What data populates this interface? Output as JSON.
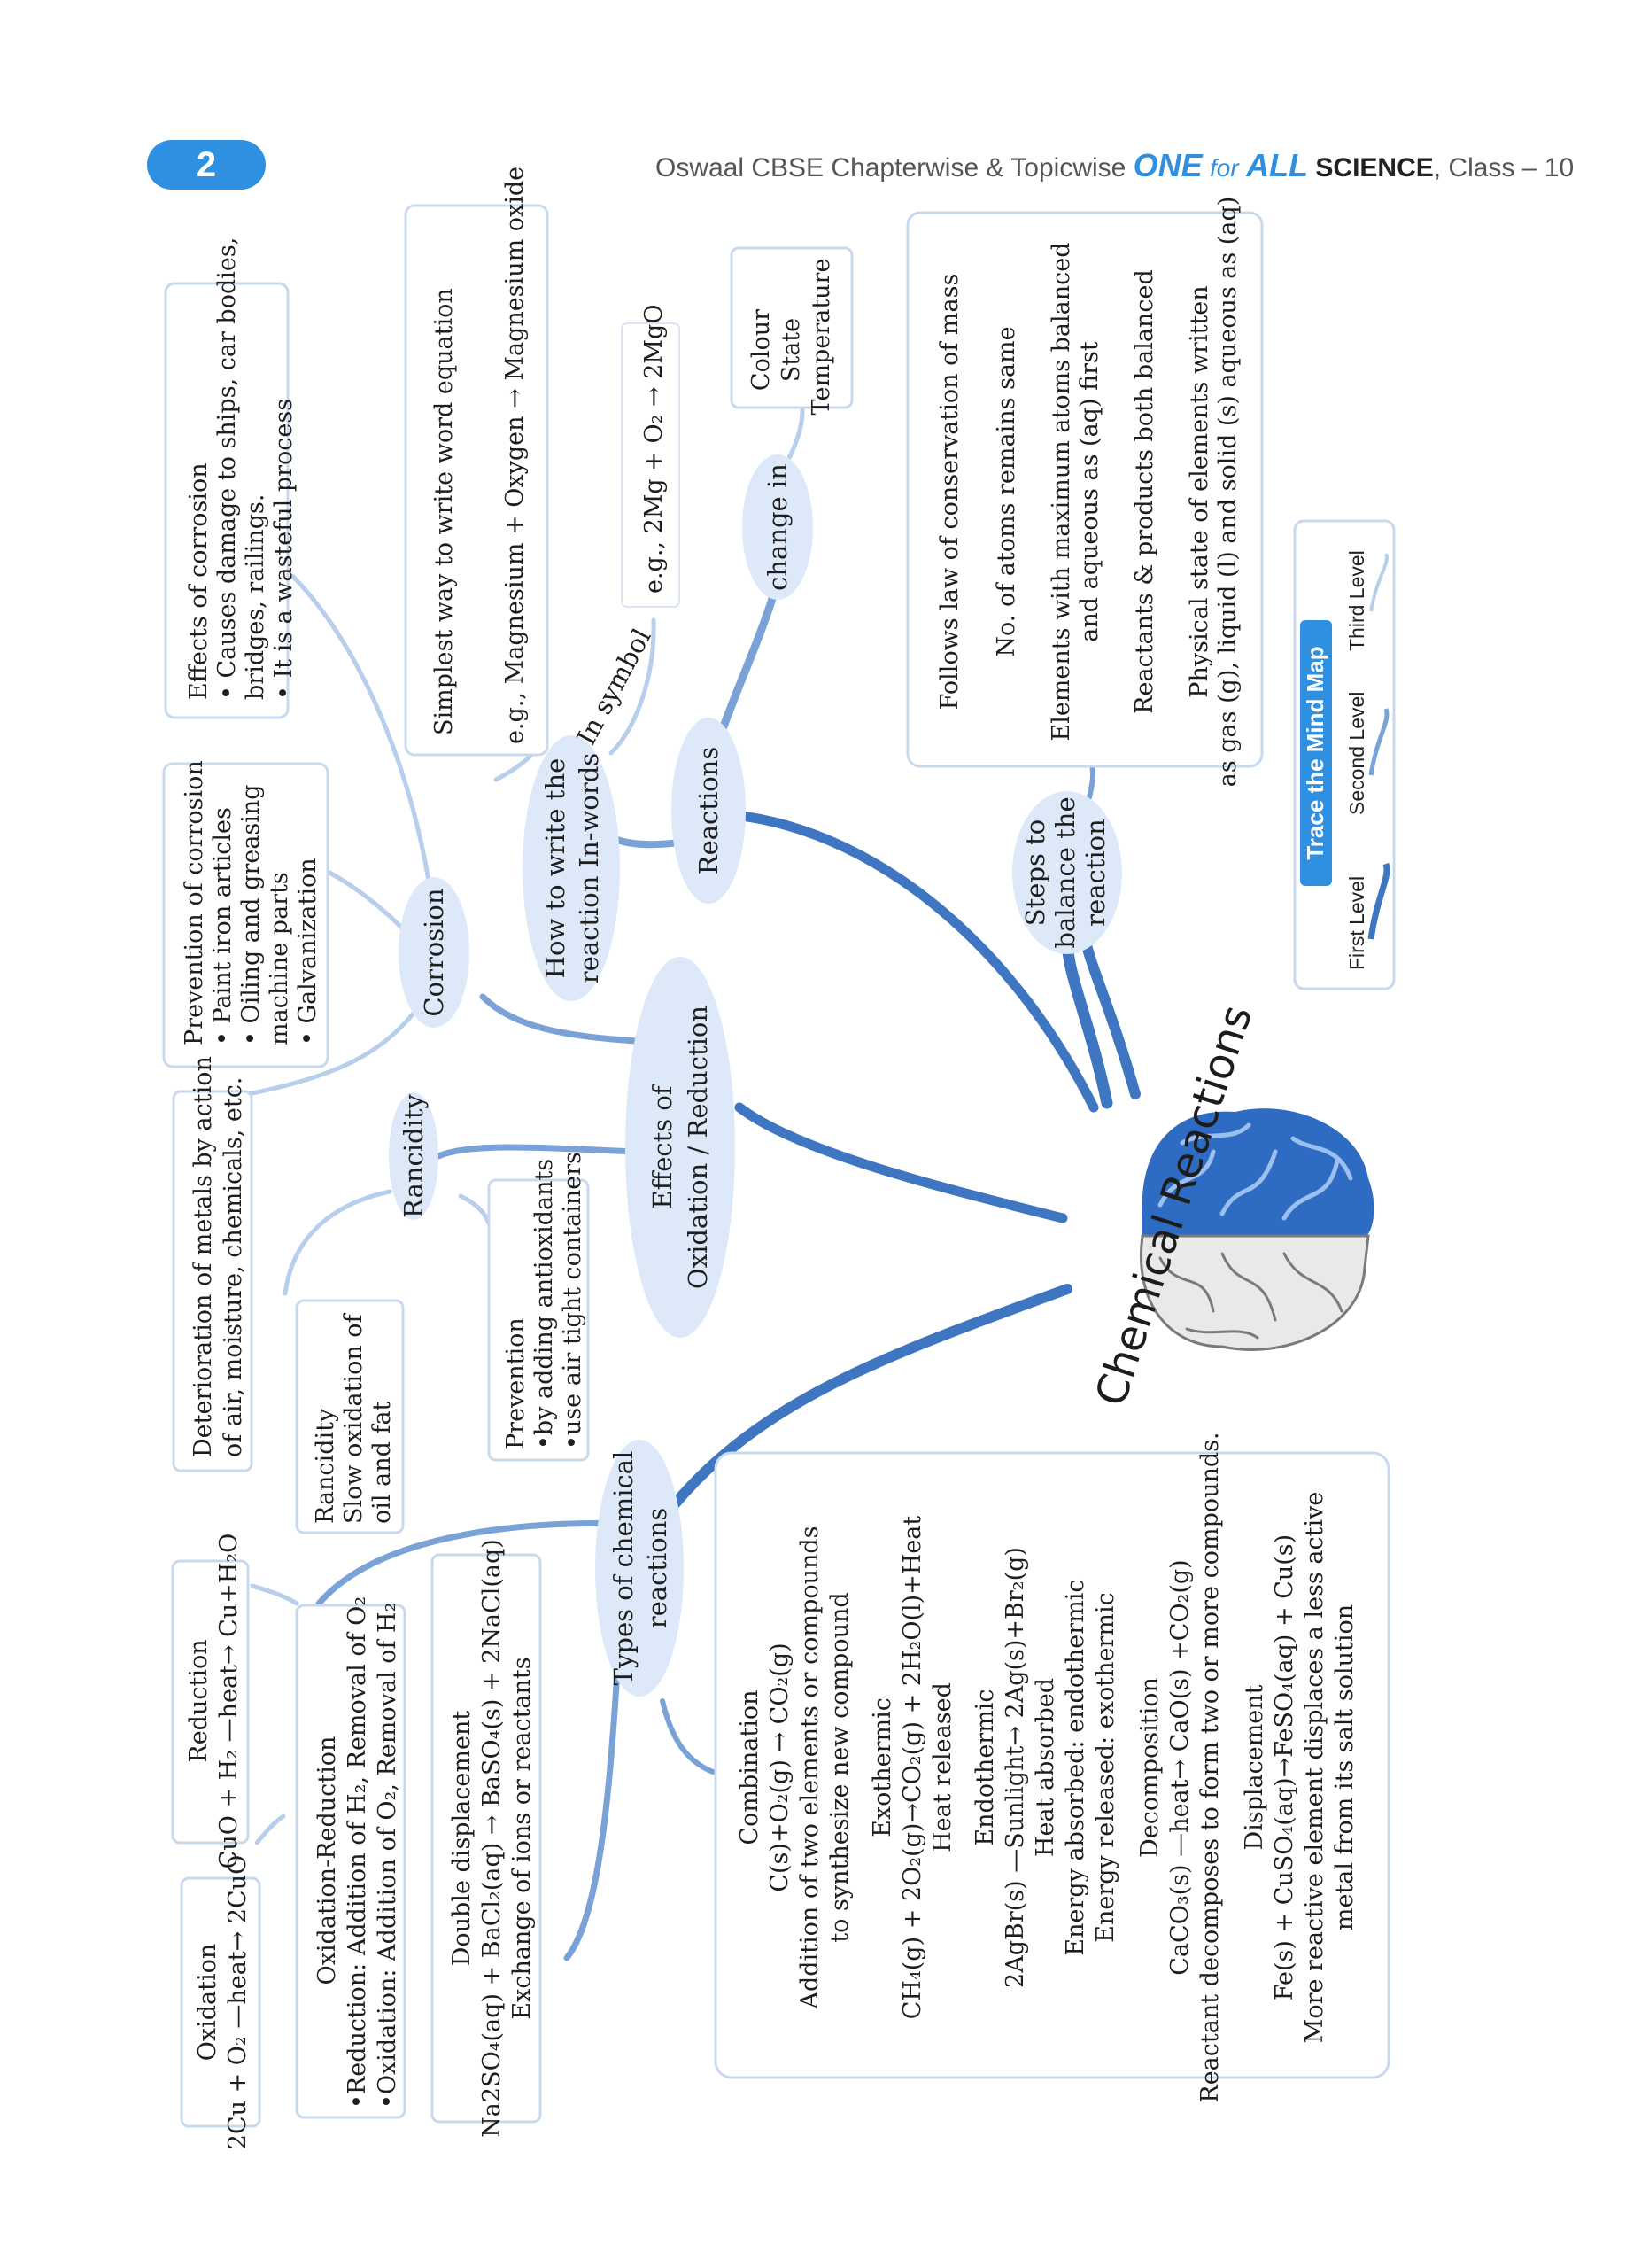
{
  "header": {
    "page_number": "2",
    "series": "Oswaal CBSE Chapterwise & Topicwise",
    "brand_one": "ONE",
    "brand_for": "for",
    "brand_all": "ALL",
    "subject": "SCIENCE",
    "class": ", Class – 10"
  },
  "center": {
    "title": "Chemical Reactions"
  },
  "legend": {
    "title": "Trace the Mind Map",
    "first": "First Level",
    "second": "Second Level",
    "third": "Third Level"
  },
  "nodes": {
    "types": [
      "Types of chemical",
      "reactions"
    ],
    "effects": [
      "Effects of",
      "Oxidation / Reduction"
    ],
    "reactions": "Reactions",
    "steps": [
      "Steps to",
      "balance the",
      "reaction"
    ],
    "how_to_write": [
      "How to write the",
      "reaction In-words"
    ],
    "corrosion": "Corrosion",
    "rancidity": "Rancidity",
    "change_in": "change in",
    "in_symbol": "In symbol"
  },
  "boxes": {
    "effects_corrosion": [
      "Effects of corrosion",
      "•  Causes damage to ships, car bodies,",
      "   bridges, railings.",
      "•  It is a wasteful process"
    ],
    "prevention_corrosion": [
      "Prevention of corrosion",
      "•  Paint iron articles",
      "•  Oiling and greasing",
      "   machine parts",
      "•  Galvanization"
    ],
    "corrosion_def": [
      "Deterioration of metals by action",
      "of air, moisture, chemicals, etc."
    ],
    "rancidity_def": [
      "Rancidity",
      "Slow oxidation of",
      "oil and fat"
    ],
    "rancidity_prevention": [
      "Prevention",
      "•by adding antioxidants",
      "•use air tight containers"
    ],
    "word_equation": [
      "Simplest way to write word equation",
      "e.g., Magnesium + Oxygen → Magnesium oxide"
    ],
    "symbol_equation": [
      "e.g., 2Mg + O₂ → 2MgO"
    ],
    "change_list": [
      "Colour",
      "State",
      "Temperature"
    ],
    "balance_steps": [
      "Follows law of conservation of mass",
      "No. of atoms remains same",
      "Elements with maximum atoms balanced",
      "and aqueous as (aq) first",
      "Reactants & products both balanced",
      "Physical state of elements written",
      "as gas (g), liquid (l) and solid (s) aqueous as (aq)"
    ],
    "reduction": [
      "Reduction",
      "CuO + H₂ —heat→ Cu+H₂O"
    ],
    "oxidation": [
      "Oxidation",
      "2Cu + O₂ —heat→ 2CuO"
    ],
    "redox": [
      "Oxidation-Reduction",
      "•Reduction: Addition of H₂, Removal of O₂",
      "•Oxidation: Addition of O₂, Removal of H₂"
    ],
    "double_displacement": [
      "Double displacement",
      "Na2SO₄(aq) + BaCl₂(aq) → BaSO₄(s) + 2NaCl(aq)",
      "Exchange of ions or reactants"
    ],
    "reaction_types": [
      "Combination",
      "C(s)+O₂(g) → CO₂(g)",
      "Addition of two elements or compounds",
      "to synthesize new compound",
      "Exothermic",
      "CH₄(g) + 2O₂(g)→CO₂(g) + 2H₂O(l)+Heat",
      "Heat released",
      "Endothermic",
      "2AgBr(s) —Sunlight→ 2Ag(s)+Br₂(g)",
      "Heat absorbed",
      "Energy absorbed: endothermic",
      "Energy released: exothermic",
      "Decomposition",
      "CaCO₃(s) —heat→ CaO(s) +CO₂(g)",
      "Reactant decomposes to form two or more compounds.",
      "Displacement",
      "Fe(s) + CuSO₄(aq)→FeSO₄(aq) + Cu(s)",
      "More reactive element displaces a less active",
      "metal from its salt solution"
    ]
  },
  "colors": {
    "accent": "#2f8fe0",
    "first_level": "#3f76c2",
    "second_level": "#7aa2d6",
    "third_level": "#b7cfec",
    "node_fill": "#dde9f8"
  }
}
